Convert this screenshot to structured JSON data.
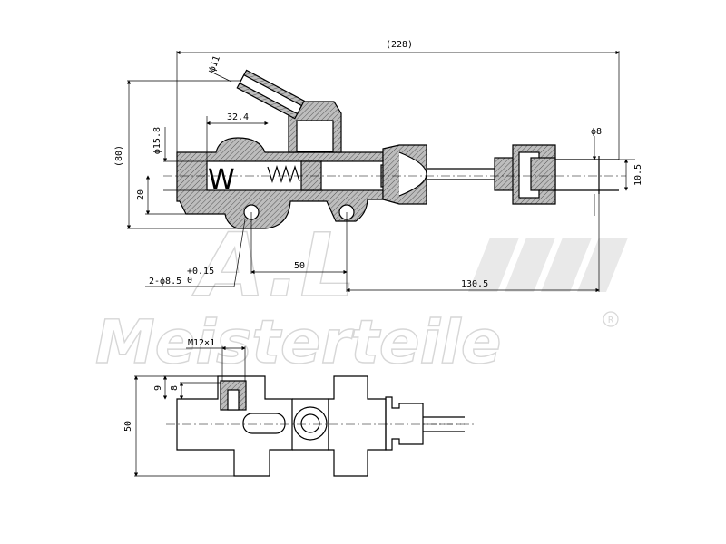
{
  "drawing": {
    "dimensions": {
      "overall_length": "(228)",
      "height_top": "(80)",
      "port_diameter": "ϕ11",
      "bore_diameter": "ϕ15.8",
      "offset_32": "32.4",
      "rod_diameter": "ϕ8",
      "height_20": "20",
      "rod_end": "10.5",
      "mount_holes_prefix": "2-ϕ8.5",
      "mount_holes_tol_upper": "+0.15",
      "mount_holes_tol_lower": "0",
      "hole_spacing": "50",
      "rod_length": "130.5",
      "thread": "M12×1",
      "depth_9": "9",
      "depth_8": "8",
      "height_50": "50"
    },
    "letter_w": "W"
  },
  "watermark": {
    "brand": "Meisterteile",
    "registered": "R",
    "logo": "A.L"
  }
}
